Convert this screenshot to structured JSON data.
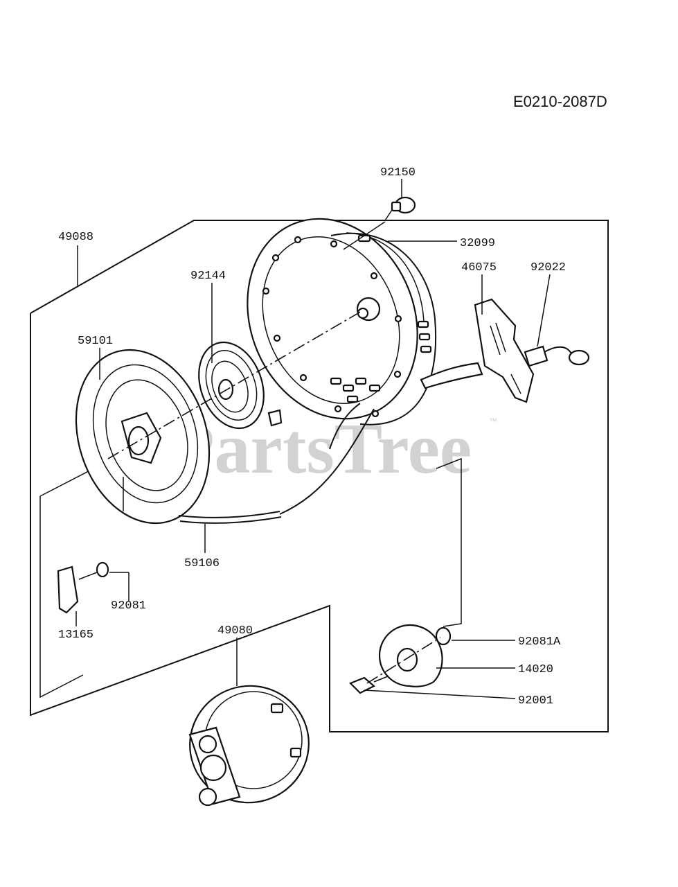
{
  "diagram_code": "E0210-2087D",
  "watermark": {
    "text": "PartsTree",
    "trademark": "™"
  },
  "labels": {
    "p92150": "92150",
    "p49088": "49088",
    "p32099": "32099",
    "p92144": "92144",
    "p46075": "46075",
    "p92022": "92022",
    "p59101": "59101",
    "p59106": "59106",
    "p92081": "92081",
    "p13165": "13165",
    "p49080": "49080",
    "p92081A": "92081A",
    "p14020": "14020",
    "p92001": "92001"
  }
}
